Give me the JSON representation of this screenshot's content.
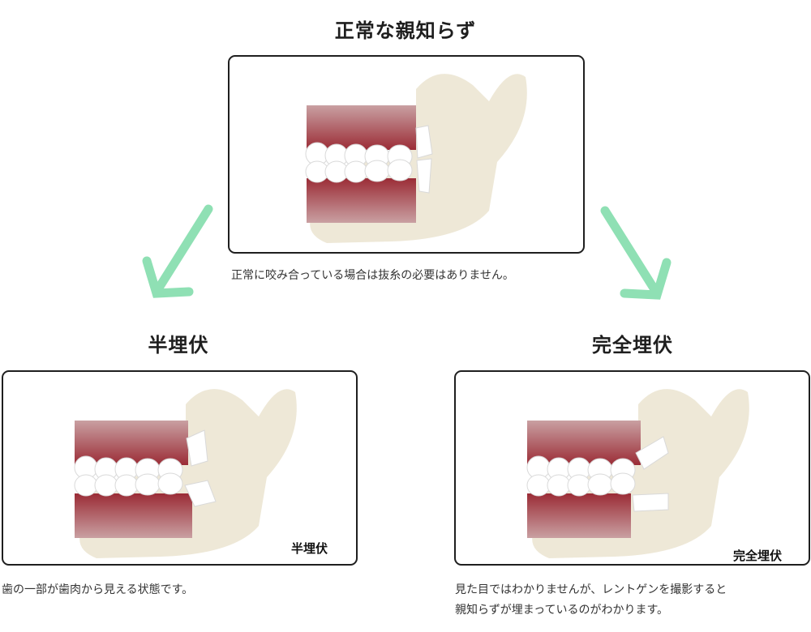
{
  "normal": {
    "title": "正常な親知らず",
    "caption": "正常に咬み合っている場合は抜糸の必要はありません。"
  },
  "partial": {
    "title": "半埋伏",
    "badge": "半埋伏",
    "caption": "歯の一部が歯肉から見える状態です。"
  },
  "full": {
    "title": "完全埋伏",
    "badge": "完全埋伏",
    "caption_line1": "見た目ではわかりませんが、レントゲンを撮影すると",
    "caption_line2": "親知らずが埋まっているのがわかります。"
  },
  "colors": {
    "arrow": "#8fe0b4",
    "gum": "#a0363e",
    "bone": "#ece6d3",
    "tooth": "#ffffff",
    "border": "#1f1f1f"
  }
}
